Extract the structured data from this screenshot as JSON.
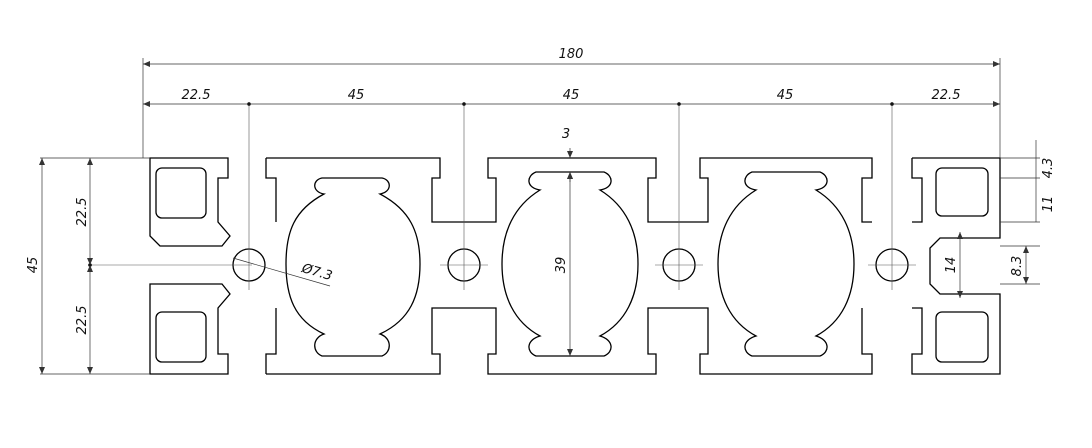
{
  "drawing": {
    "dimensions": {
      "overall_width": "180",
      "edge_left": "22.5",
      "pitch_1": "45",
      "pitch_2": "45",
      "pitch_3": "45",
      "edge_right": "22.5",
      "slot_wall": "3",
      "cavity_height": "39",
      "hole_diameter": "Ø7.3",
      "overall_height": "45",
      "half_height_top": "22.5",
      "half_height_bottom": "22.5",
      "lip_depth": "4.3",
      "lip_to_slot": "11",
      "slot_opening": "14",
      "slot_inner": "8.3"
    },
    "colors": {
      "line": "#000000",
      "background": "#ffffff"
    }
  }
}
